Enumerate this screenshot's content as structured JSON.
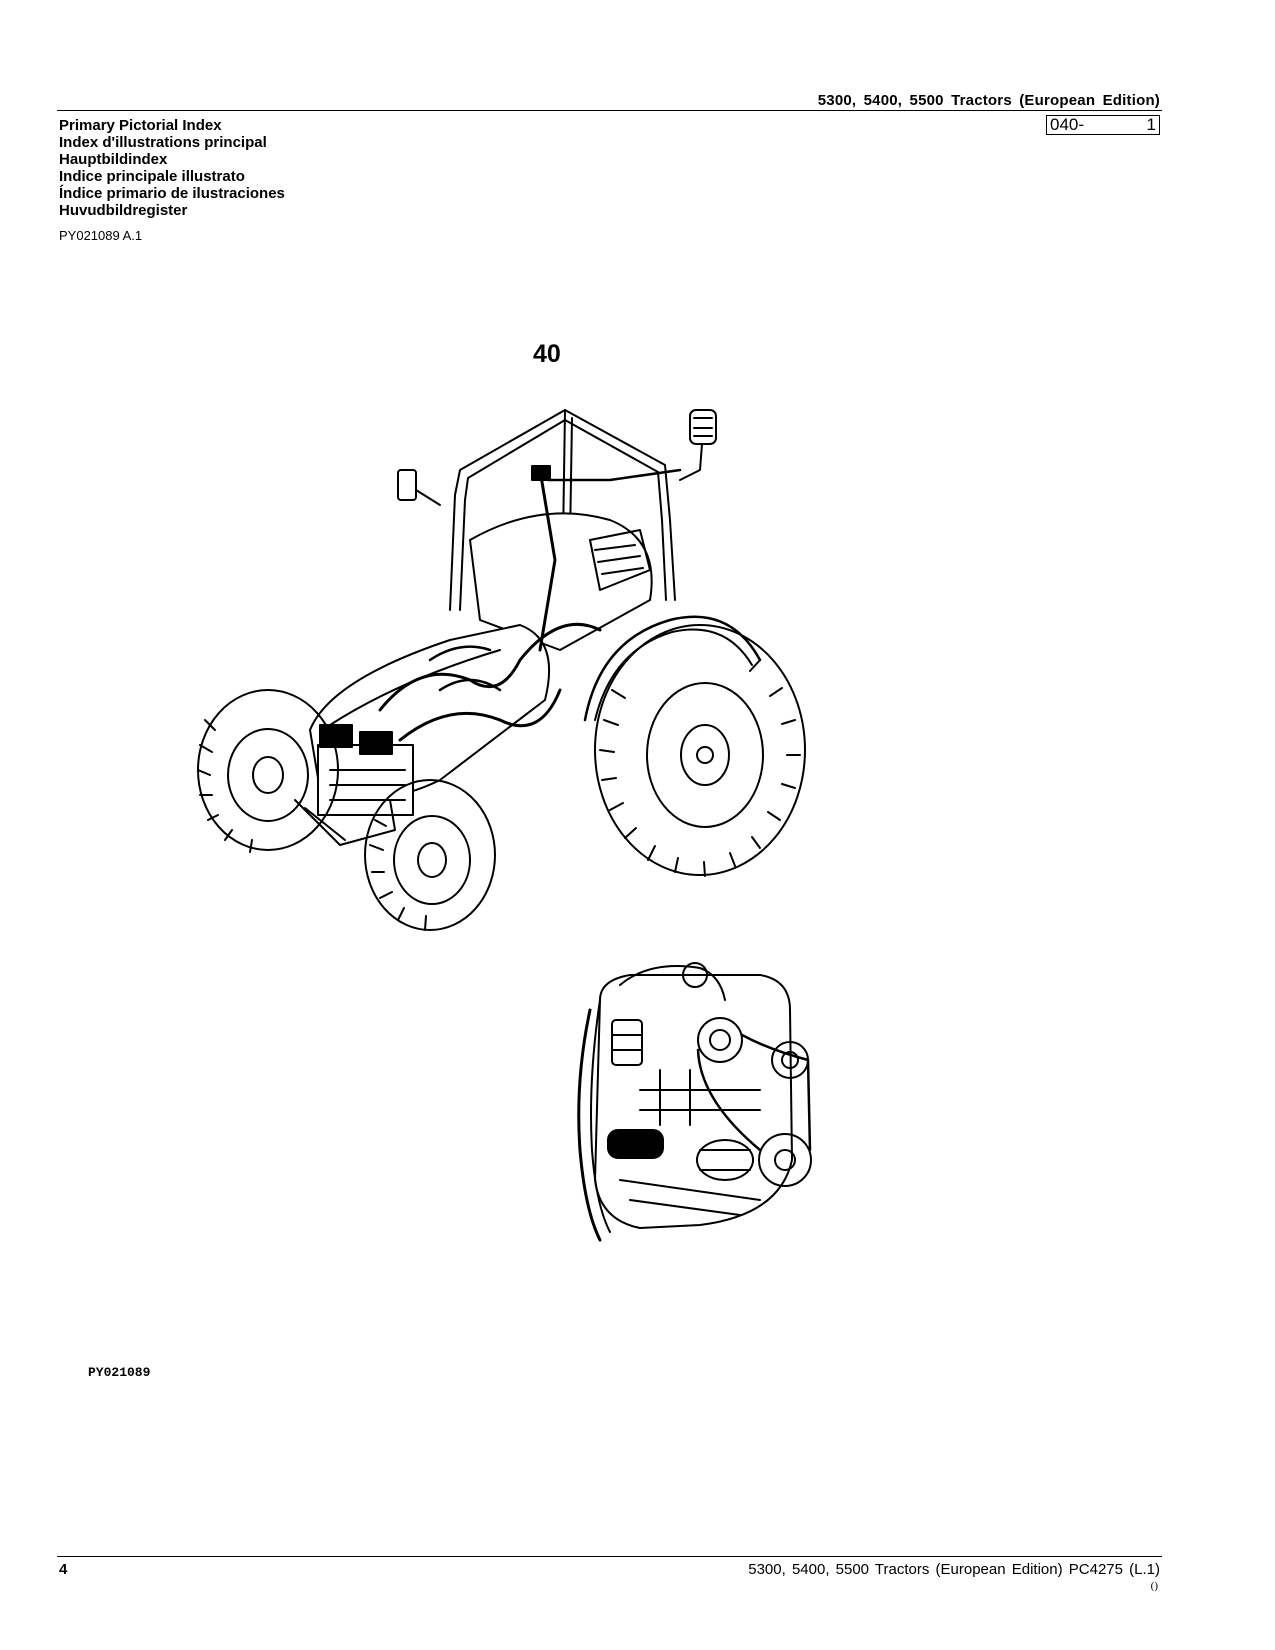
{
  "header": {
    "title": "5300, 5400, 5500 Tractors (European Edition)",
    "section_code": "040-",
    "page_in_section": "1"
  },
  "index_titles": [
    "Primary Pictorial Index",
    "Index d'illustrations principal",
    "Hauptbildindex",
    "Indice principale illustrato",
    "Índice primario de ilustraciones",
    "Huvudbildregister"
  ],
  "figure": {
    "reference": "PY021089 A.1",
    "callout_number": "40",
    "image_id": "PY021089"
  },
  "footer": {
    "page_number": "4",
    "text": "5300, 5400, 5500 Tractors (European Edition)   PC4275   (L.1)",
    "small_mark": "()"
  }
}
